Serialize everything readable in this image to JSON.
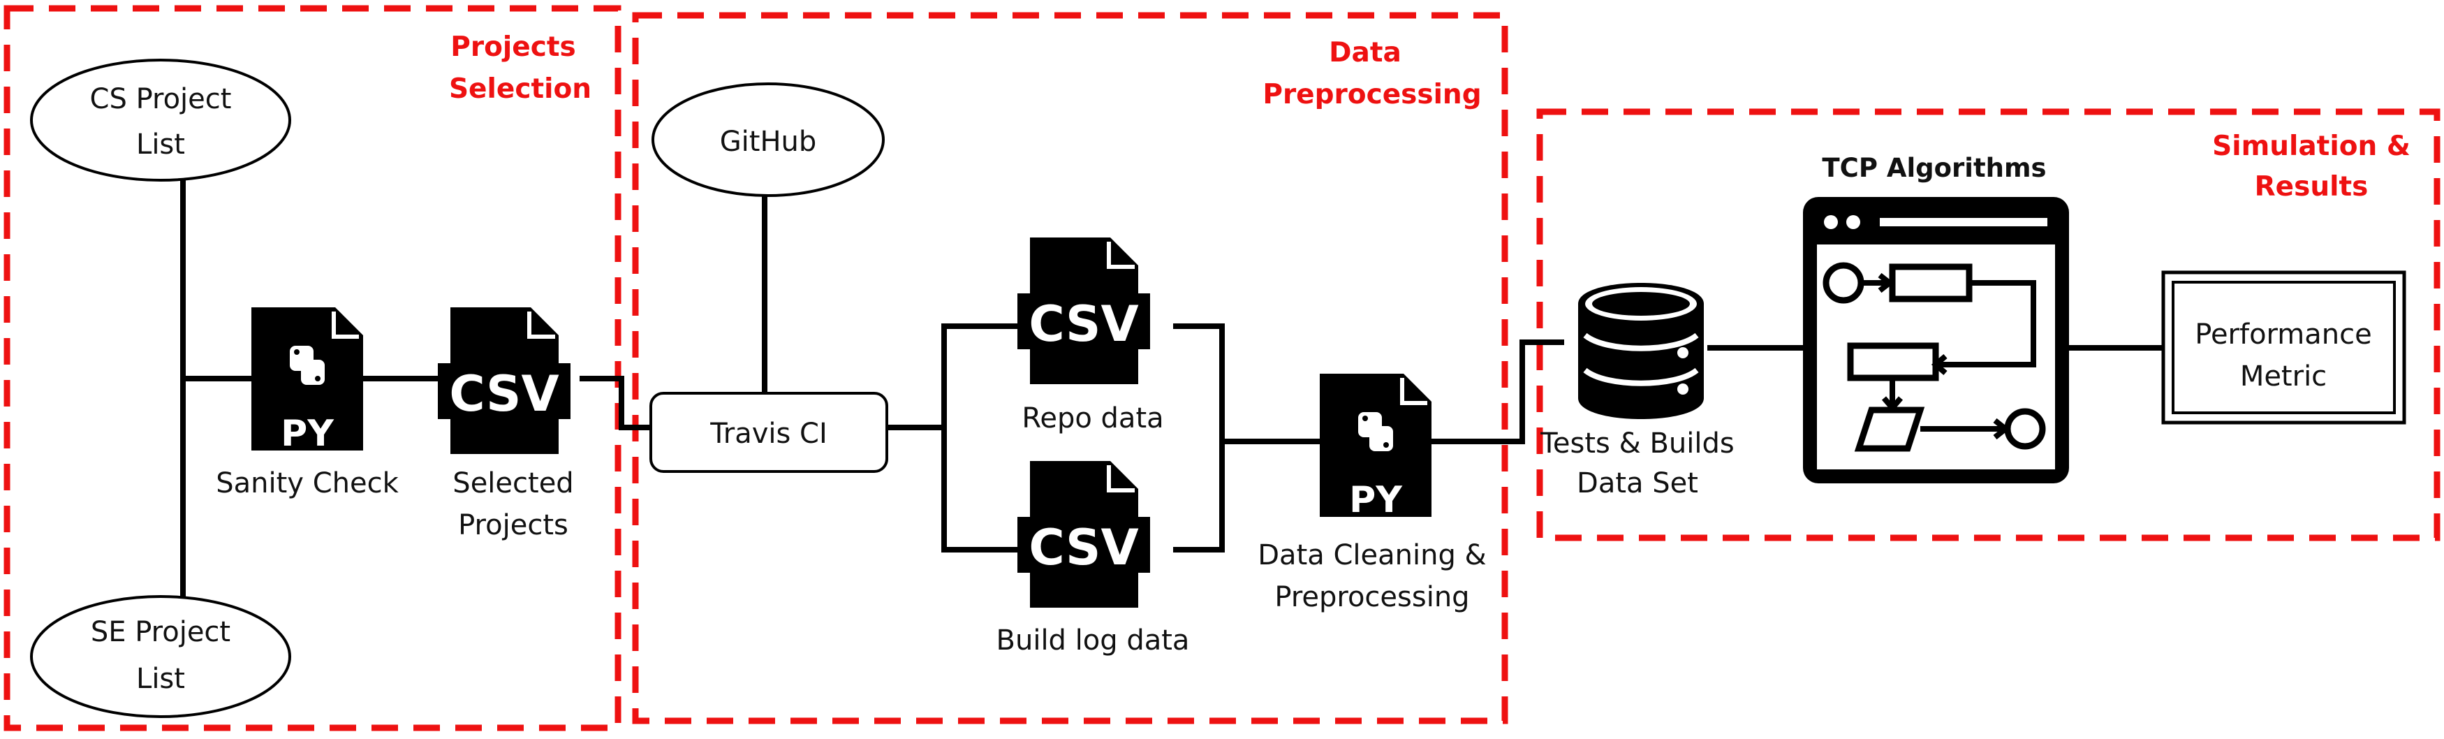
{
  "colors": {
    "accent": "#ee1111",
    "ink": "#000000"
  },
  "sections": {
    "selection_l1": "Projects",
    "selection_l2": "Selection",
    "preprocessing_l1": "Data",
    "preprocessing_l2": "Preprocessing",
    "simulation_l1": "Simulation &",
    "simulation_l2": "Results"
  },
  "nodes": {
    "cs_l1": "CS Project",
    "cs_l2": "List",
    "se_l1": "SE Project",
    "se_l2": "List",
    "github": "GitHub",
    "travis": "Travis CI",
    "performance_l1": "Performance",
    "performance_l2": "Metric"
  },
  "files": {
    "py_badge": "PY",
    "csv_badge": "CSV",
    "sanity_check": "Sanity Check",
    "selected_l1": "Selected",
    "selected_l2": "Projects",
    "repo_data": "Repo data",
    "build_log_data": "Build log data",
    "cleaning_l1": "Data Cleaning &",
    "cleaning_l2": "Preprocessing"
  },
  "dataset": {
    "l1": "Tests & Builds",
    "l2": "Data Set"
  },
  "tcp": {
    "title": "TCP Algorithms"
  },
  "icons": [
    "python-file-icon",
    "csv-file-icon",
    "database-icon",
    "flowchart-window-icon"
  ]
}
